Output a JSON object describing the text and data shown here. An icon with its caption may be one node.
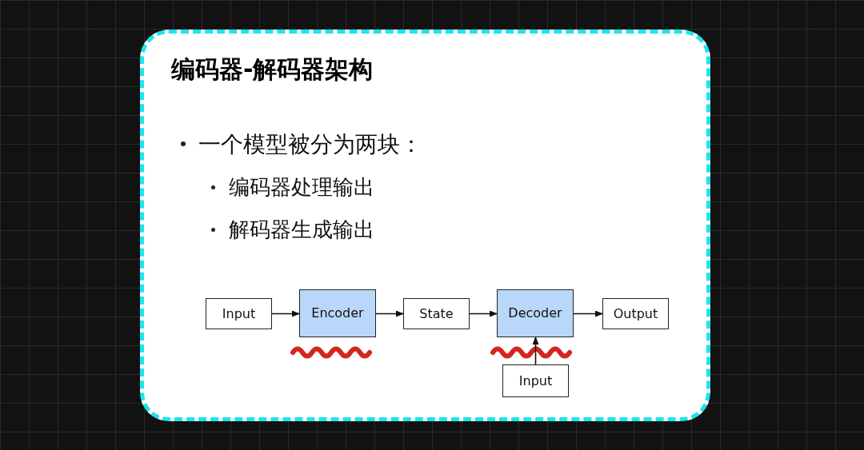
{
  "diagram": {
    "title": "编码器-解码器架构",
    "nodes": [
      {
        "text": [
          "Input"
        ]
      },
      {
        "text": [
          "Encoder"
        ]
      },
      {
        "text": [
          "State"
        ]
      },
      {
        "text": [
          "Decoder"
        ]
      },
      {
        "text": [
          "Output"
        ]
      },
      {
        "text": [
          "Input"
        ]
      }
    ],
    "edges": [
      {
        "from": 0,
        "to": 1,
        "arrow": "to"
      },
      {
        "from": 1,
        "to": 2,
        "arrow": "to"
      },
      {
        "from": 2,
        "to": 3,
        "arrow": "to"
      },
      {
        "from": 3,
        "to": 4,
        "arrow": "to"
      },
      {
        "from": 5,
        "to": 3,
        "arrow": "to"
      }
    ],
    "labels": [
      "一个模型被分为两块：",
      "编码器处理输出",
      "解码器生成输出"
    ]
  }
}
